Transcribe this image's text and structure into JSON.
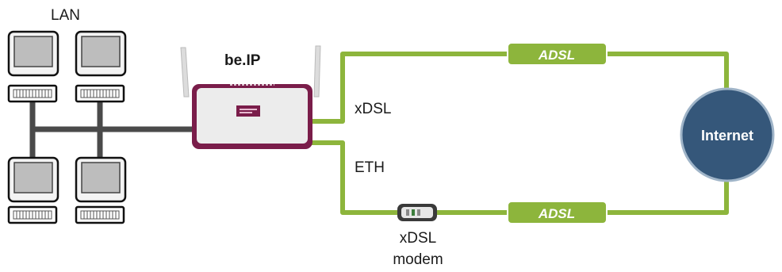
{
  "labels": {
    "lan": "LAN",
    "router": "be.IP",
    "xdsl": "xDSL",
    "eth": "ETH",
    "adsl_top": "ADSL",
    "adsl_bottom": "ADSL",
    "internet": "Internet",
    "modem_line1": "xDSL",
    "modem_line2": "modem"
  },
  "colors": {
    "line_green": "#8db53c",
    "router_frame": "#7a1d4a",
    "internet_fill": "#35577a",
    "computer_gray": "#bdbdbd"
  }
}
